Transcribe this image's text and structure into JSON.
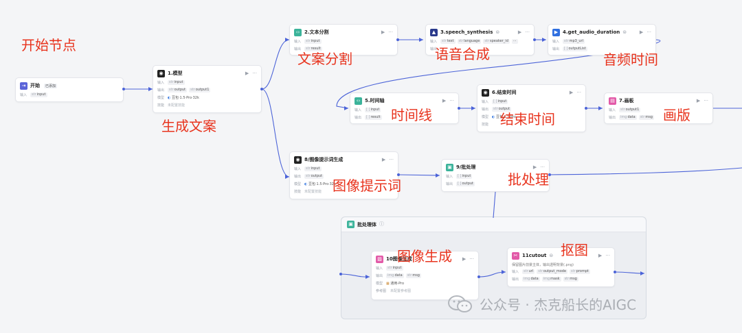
{
  "colors": {
    "edge": "#4b63d8",
    "annotation": "#e8331d"
  },
  "nodes": {
    "start": {
      "icon": "start-icon",
      "title": "开始",
      "badge": "已添加",
      "input_label": "输入",
      "input": "input"
    },
    "model": {
      "title": "1.模型",
      "input_label": "输入",
      "input_type": "str",
      "input": "input",
      "output_label": "输出",
      "output_type": "str",
      "output": "output",
      "output2_type": "str",
      "output2": "output1",
      "model_label": "模型",
      "model": "豆包·1.5·Pro·32k",
      "skill_label": "技能",
      "skill": "未配置技能"
    },
    "split": {
      "title": "2.文本分割",
      "input_label": "输入",
      "input_type": "str",
      "input": "input",
      "output_label": "输出",
      "output_type": "str",
      "output": "result"
    },
    "speech": {
      "title": "3.speech_synthesis",
      "input_label": "输入",
      "p1_type": "str",
      "p1": "text",
      "p2_type": "str",
      "p2": "language",
      "p3_type": "str",
      "p3": "speaker_id",
      "more": "···",
      "output_label": "输出"
    },
    "duration": {
      "title": "4.get_audio_duration",
      "input_label": "输入",
      "p1_type": "str",
      "p1": "mp3_url",
      "output_label": "输出",
      "output_type": "[ ]",
      "output": "outputList"
    },
    "timeline": {
      "title": "5.时间轴",
      "input_label": "输入",
      "input_type": "[ ]",
      "input": "input",
      "output_label": "输出",
      "output_type": "[ ]",
      "output": "result"
    },
    "endtime": {
      "title": "6.结束时间",
      "input_label": "输入",
      "input_type": "[ ]",
      "input": "input",
      "output_label": "输出",
      "output_type": "str",
      "output": "output",
      "model_label": "模型",
      "model": "豆包·1.5·Pro",
      "skill_label": "技能"
    },
    "canvas": {
      "title": "7.画板",
      "input_label": "输入",
      "input_type": "str",
      "input": "output1",
      "output_label": "输出",
      "o1_type": "img",
      "o1": "data",
      "o2_type": "str",
      "o2": "msg"
    },
    "prompt": {
      "title": "8/图像提示词生成",
      "input_label": "输入",
      "input_type": "str",
      "input": "input",
      "output_label": "输出",
      "output_type": "str",
      "output": "output",
      "model_label": "模型",
      "model": "豆包·1.5·Pro·32k",
      "skill_label": "技能",
      "skill": "未配置技能"
    },
    "batch": {
      "title": "9/批处理",
      "input_label": "输入",
      "input_type": "[ ]",
      "input": "input",
      "output_label": "输出",
      "output_type": "[ ]",
      "output": "output"
    },
    "imggen": {
      "title": "10图像生成",
      "input_label": "输入",
      "input_type": "str",
      "input": "input",
      "output_label": "输出",
      "o1_type": "img",
      "o1": "data",
      "o2_type": "str",
      "o2": "msg",
      "model_label": "模型",
      "model": "通用-Pro",
      "ref_label": "参考图",
      "ref": "未配置参考图"
    },
    "cutout": {
      "title": "11cutout",
      "desc": "保留图片前景主体，输出透明背景(.png)",
      "input_label": "输入",
      "p1_type": "str",
      "p1": "url",
      "p2_type": "str",
      "p2": "output_mode",
      "p3_type": "str",
      "p3": "prompt",
      "output_label": "输出",
      "o1_type": "img",
      "o1": "data",
      "o2_type": "img",
      "o2": "mask",
      "o3_type": "str",
      "o3": "msg"
    }
  },
  "group": {
    "title": "批处理体"
  },
  "annotations": {
    "start": "开始节点",
    "model": "生成文案",
    "split": "文案分割",
    "speech": "语音合成",
    "duration": "音频时间",
    "timeline": "时间线",
    "endtime": "结束时间",
    "canvas": "画版",
    "prompt": "图像提示词",
    "batch": "批处理",
    "imggen": "图像生成",
    "cutout": "抠图"
  },
  "watermark": {
    "text": "公众号 · 杰克船长的AIGC"
  }
}
